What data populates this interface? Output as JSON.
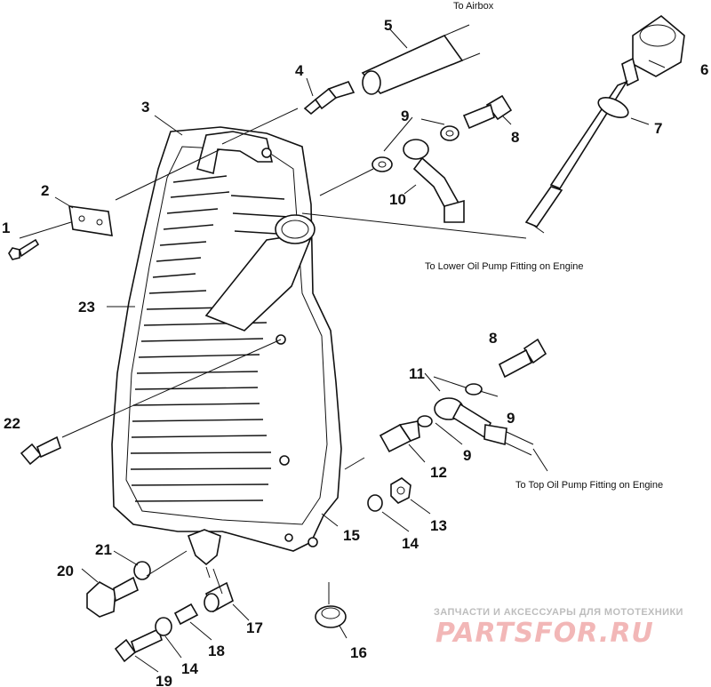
{
  "callouts": {
    "n1": "1",
    "n2": "2",
    "n3": "3",
    "n4": "4",
    "n5": "5",
    "n6": "6",
    "n7": "7",
    "n8a": "8",
    "n8b": "8",
    "n9a": "9",
    "n9b": "9",
    "n9c": "9",
    "n10": "10",
    "n11": "11",
    "n12": "12",
    "n13": "13",
    "n14a": "14",
    "n14b": "14",
    "n15": "15",
    "n16": "16",
    "n17": "17",
    "n18": "18",
    "n19": "19",
    "n20": "20",
    "n21": "21",
    "n22": "22",
    "n23": "23"
  },
  "notes": {
    "airbox": "To Airbox",
    "lower_pump": "To Lower Oil Pump Fitting on Engine",
    "top_pump": "To Top Oil Pump Fitting on Engine"
  },
  "watermark": {
    "caption": "ЗАПЧАСТИ И АКСЕССУАРЫ ДЛЯ МОТОТЕХНИКИ",
    "logo": "PARTSFOR.RU"
  },
  "colors": {
    "line": "#111111",
    "watermark_text": "#bdbdbd",
    "watermark_logo": "#f2b7b7"
  }
}
